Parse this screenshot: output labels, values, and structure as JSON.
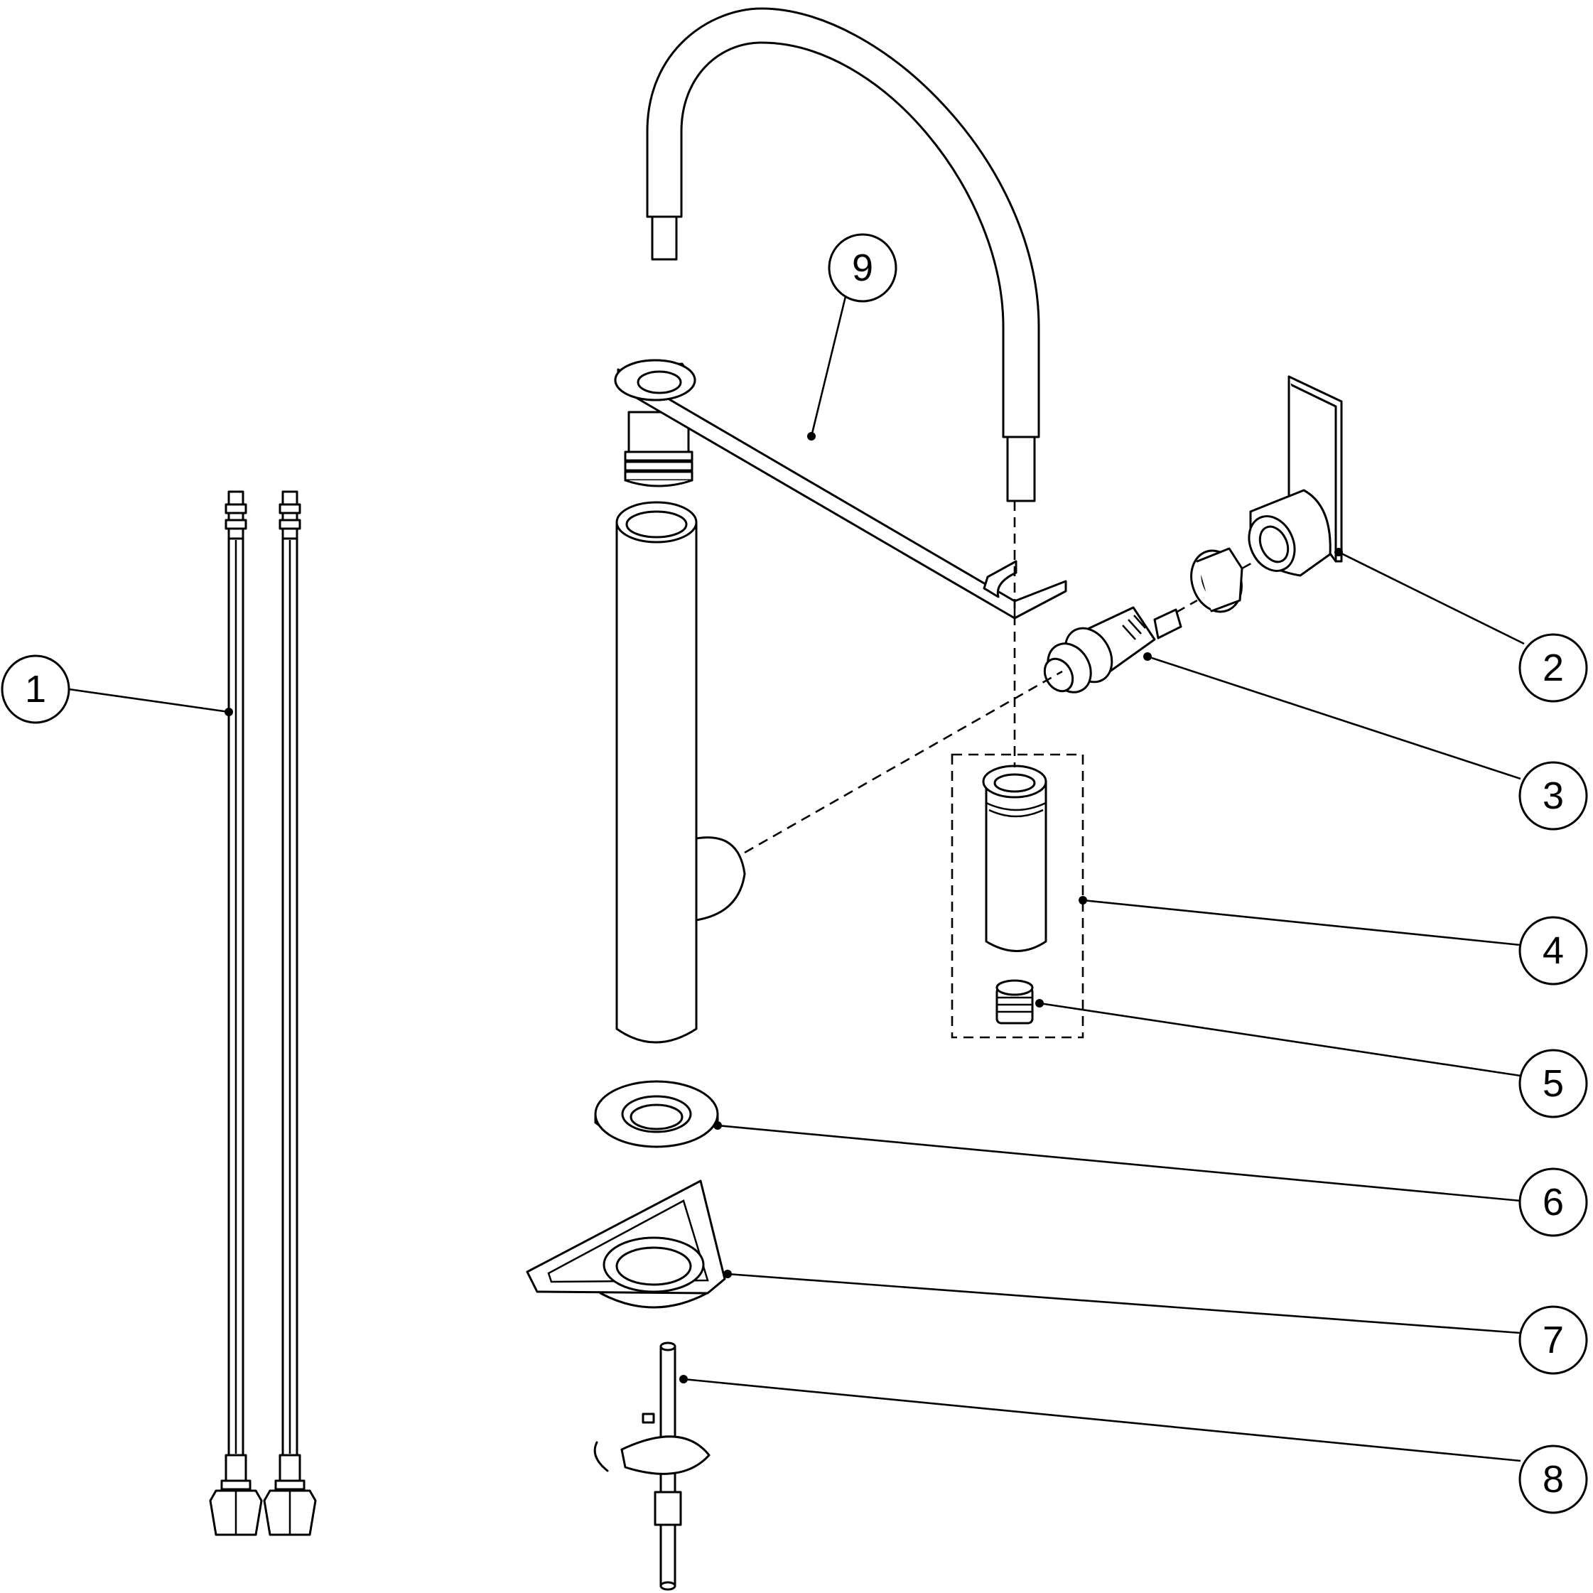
{
  "diagram": {
    "type": "exploded-parts-view",
    "callouts": [
      {
        "id": "1",
        "label": "1"
      },
      {
        "id": "2",
        "label": "2"
      },
      {
        "id": "3",
        "label": "3"
      },
      {
        "id": "4",
        "label": "4"
      },
      {
        "id": "5",
        "label": "5"
      },
      {
        "id": "6",
        "label": "6"
      },
      {
        "id": "7",
        "label": "7"
      },
      {
        "id": "8",
        "label": "8"
      },
      {
        "id": "9",
        "label": "9"
      }
    ]
  }
}
